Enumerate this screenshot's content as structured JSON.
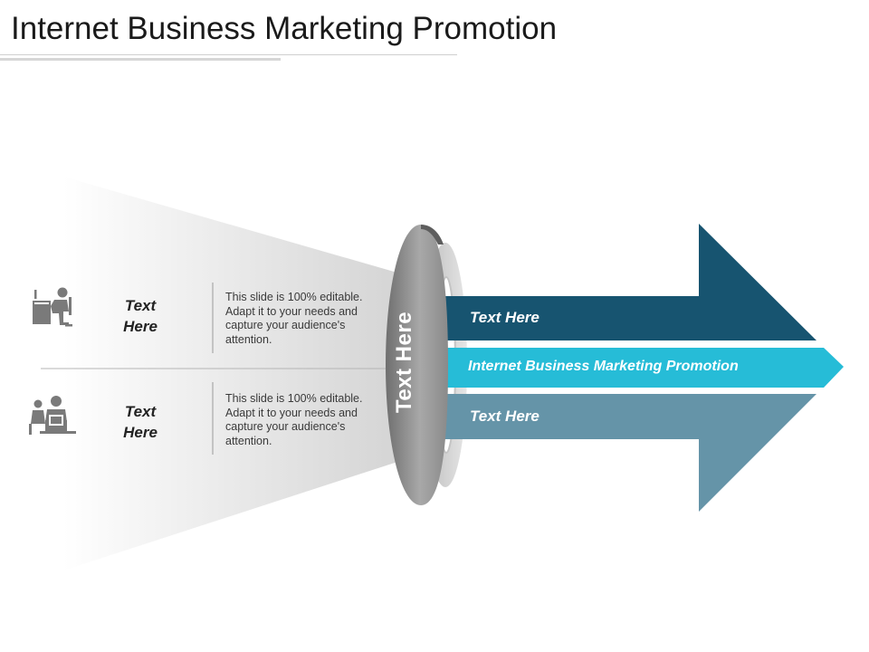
{
  "slide": {
    "title": "Internet Business Marketing Promotion"
  },
  "rows": [
    {
      "icon": "person-at-desk-icon",
      "label": "Text Here",
      "description": "This slide is 100% editable. Adapt it to your needs and capture your audience's attention."
    },
    {
      "icon": "meeting-people-icon",
      "label": "Text Here",
      "description": "This slide is 100% editable. Adapt it to your needs and capture your audience's attention."
    }
  ],
  "ring": {
    "label": "Text Here"
  },
  "arrows": [
    {
      "label": "Text Here",
      "color": "#175470"
    },
    {
      "label": "Internet Business Marketing Promotion",
      "color": "#26BCD7"
    },
    {
      "label": "Text Here",
      "color": "#6594A8"
    }
  ],
  "colors": {
    "icon_gray": "#7a7a7a",
    "ring_gray": "#8c8c8c"
  }
}
